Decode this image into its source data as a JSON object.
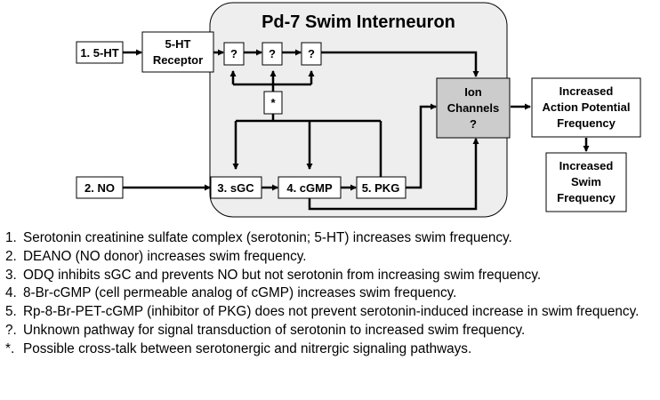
{
  "diagram": {
    "title": "Pd-7 Swim Interneuron",
    "nodes": {
      "ht_input": "1. 5-HT",
      "ht_receptor": [
        "5-HT",
        "Receptor"
      ],
      "unknown_1": "?",
      "unknown_2": "?",
      "unknown_3": "?",
      "crosstalk": "*",
      "no_input": "2. NO",
      "sgc": "3. sGC",
      "cgmp": "4. cGMP",
      "pkg": "5. PKG",
      "ion_channels": [
        "Ion",
        "Channels",
        "?"
      ],
      "increased_ap": [
        "Increased",
        "Action Potential",
        "Frequency"
      ],
      "increased_swim": [
        "Increased",
        "Swim",
        "Frequency"
      ]
    },
    "colors": {
      "neuron_fill": "#eeeeee",
      "ion_fill": "#cccccc",
      "box_fill": "#ffffff",
      "stroke": "#000000"
    }
  },
  "footnotes": [
    {
      "marker": "1.",
      "text": "Serotonin creatinine sulfate complex (serotonin; 5-HT) increases swim frequency."
    },
    {
      "marker": "2.",
      "text": "DEANO (NO donor) increases swim frequency."
    },
    {
      "marker": "3.",
      "text": "ODQ inhibits sGC and prevents NO but not serotonin from increasing swim frequency."
    },
    {
      "marker": "4.",
      "text": "8-Br-cGMP (cell permeable analog of cGMP) increases swim frequency."
    },
    {
      "marker": "5.",
      "text": "Rp-8-Br-PET-cGMP (inhibitor of PKG) does not prevent serotonin-induced increase in swim frequency."
    },
    {
      "marker": "?.",
      "text": "Unknown pathway for signal transduction of serotonin to increased swim frequency."
    },
    {
      "marker": "*.",
      "text": "Possible cross-talk between serotonergic and nitrergic signaling pathways."
    }
  ]
}
